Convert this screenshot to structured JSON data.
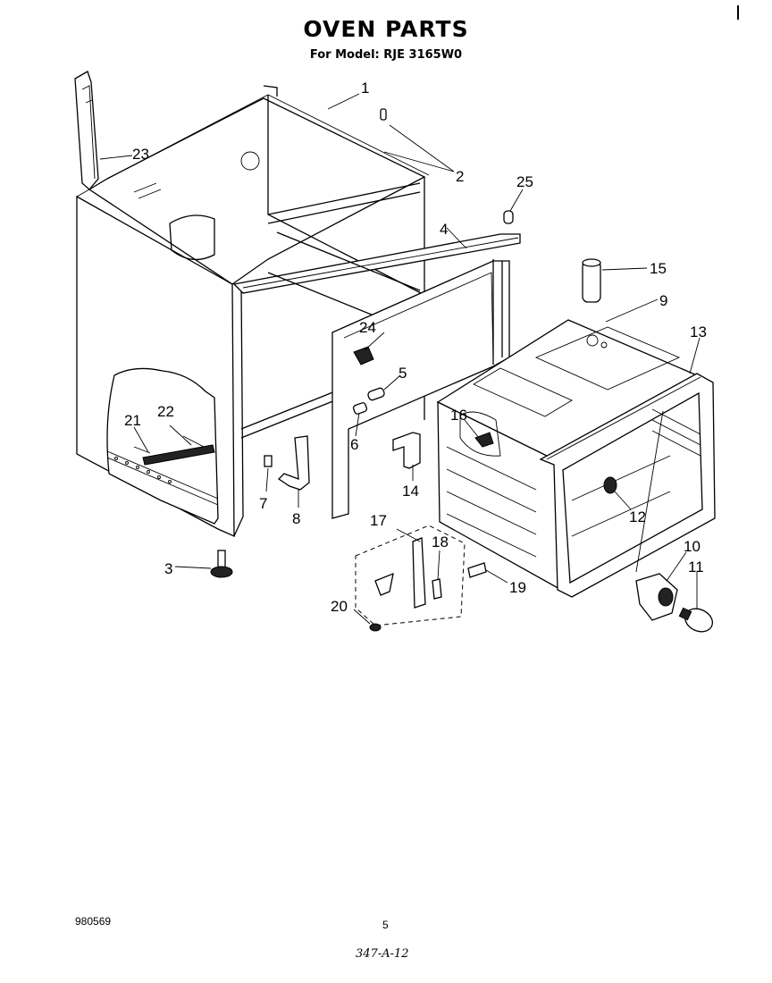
{
  "header": {
    "title": "OVEN PARTS",
    "subtitle": "For Model: RJE 3165W0"
  },
  "footer": {
    "doc_number": "980569",
    "page_number": "5",
    "handwritten_code": "347-A-12"
  },
  "callouts": [
    "1",
    "2",
    "3",
    "4",
    "5",
    "6",
    "7",
    "8",
    "9",
    "10",
    "11",
    "12",
    "13",
    "14",
    "15",
    "16",
    "17",
    "18",
    "19",
    "20",
    "21",
    "22",
    "23",
    "24",
    "25"
  ]
}
